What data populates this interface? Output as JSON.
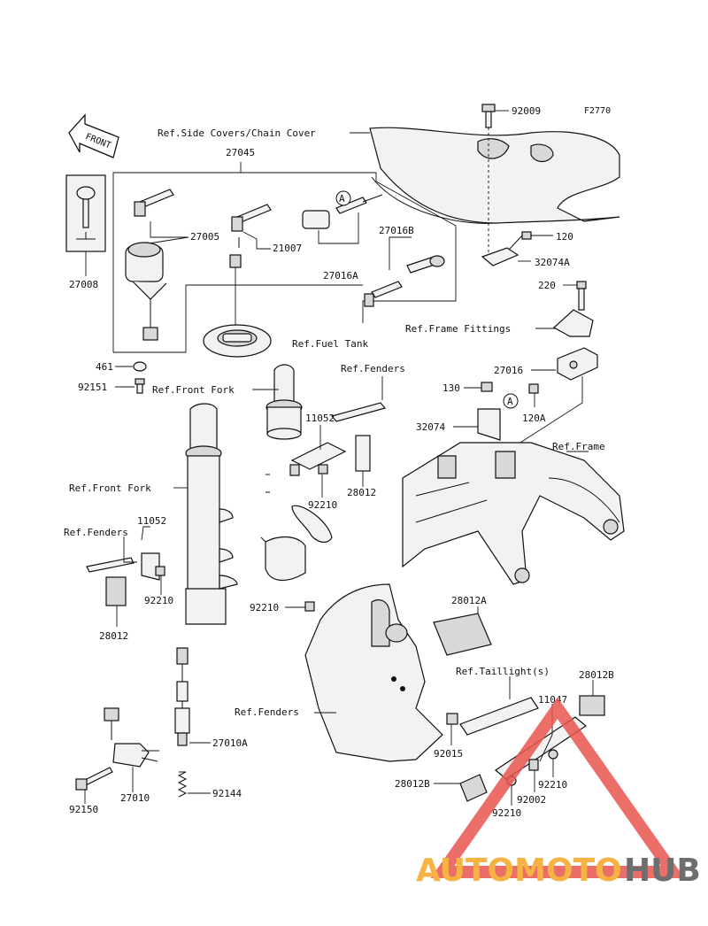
{
  "diagram": {
    "code": "F2770",
    "front_label": "FRONT",
    "refs": {
      "side_covers": "Ref.Side Covers/Chain Cover",
      "fuel_tank": "Ref.Fuel Tank",
      "fenders_1": "Ref.Fenders",
      "front_fork_1": "Ref.Front Fork",
      "frame_fittings": "Ref.Frame Fittings",
      "frame": "Ref.Frame",
      "front_fork_2": "Ref.Front Fork",
      "fenders_2": "Ref.Fenders",
      "taillight": "Ref.Taillight(s)",
      "fenders_3": "Ref.Fenders"
    },
    "callout": "A",
    "parts": {
      "p27045": "27045",
      "p27005": "27005",
      "p21007": "21007",
      "p27016B": "27016B",
      "p27016A": "27016A",
      "p27008": "27008",
      "p92009": "92009",
      "p120": "120",
      "p32074A": "32074A",
      "p220": "220",
      "p461": "461",
      "p92151": "92151",
      "p27016": "27016",
      "p130": "130",
      "p120A": "120A",
      "p32074": "32074",
      "p11052a": "11052",
      "p28012a": "28012",
      "p92210a": "92210",
      "p11052b": "11052",
      "p92210b": "92210",
      "p28012b": "28012",
      "p92210c": "92210",
      "p28012A": "28012A",
      "p28012B": "28012B",
      "p11047": "11047",
      "p92015": "92015",
      "p92210d": "92210",
      "p28012B2": "28012B",
      "p92002": "92002",
      "p92210e": "92210",
      "p27010A": "27010A",
      "p92144": "92144",
      "p92150": "92150",
      "p27010": "27010"
    }
  },
  "watermark": {
    "part1": "AUTOMOTO",
    "part2": "HUB",
    "color1": "#f5a623",
    "color2": "#555555",
    "triangle_color": "#e8554e"
  }
}
